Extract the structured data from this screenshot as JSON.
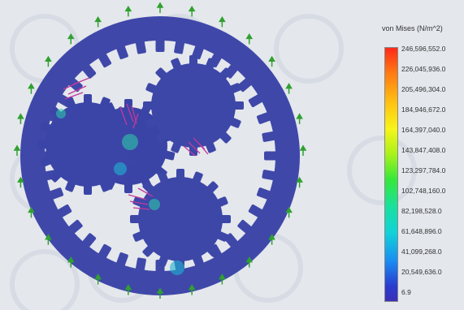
{
  "legend": {
    "title": "von Mises (N/m^2)",
    "labels": [
      "246,596,552.0",
      "226,045,936.0",
      "205,496,304.0",
      "184,946,672.0",
      "164,397,040.0",
      "143,847,408.0",
      "123,297,784.0",
      "102,748,160.0",
      "82,198,528.0",
      "61,648,896.0",
      "41,099,268.0",
      "20,549,636.0",
      "6.9"
    ]
  },
  "colors": {
    "gear_body": "#3f48a9",
    "gear_dark": "#2f3590",
    "background": "#e4e7ec",
    "force_arrows": "#c13a9c",
    "fixture_arrows": "#2fa12f"
  }
}
